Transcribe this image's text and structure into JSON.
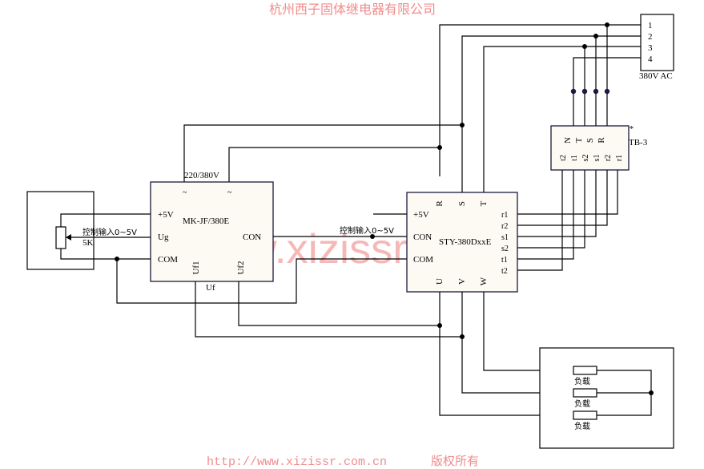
{
  "header": {
    "title": "杭州西子固体继电器有限公司"
  },
  "watermark": "www.xizissr.com",
  "footer": {
    "url": "http://www.xizissr.com.cn",
    "copyright": "版权所有"
  },
  "power_terminal": {
    "terminals": [
      "1",
      "2",
      "3",
      "4"
    ],
    "label": "380V AC"
  },
  "tb3": {
    "name": "TB-3",
    "marker": "*",
    "top_pins": [
      "N",
      "T",
      "S",
      "R"
    ],
    "bottom_pins": [
      "t2",
      "t1",
      "s2",
      "s1",
      "r2",
      "r1"
    ]
  },
  "potentiometer": {
    "value": "5K",
    "control_label": "控制输入0~5V"
  },
  "mk_module": {
    "name": "MK-JF/380E",
    "supply_label": "220/380V",
    "supply_pins": [
      "~",
      "~"
    ],
    "left_pins": [
      "+5V",
      "Ug",
      "COM"
    ],
    "right_pins": [
      "CON"
    ],
    "bottom_pins": [
      "Uf1",
      "Uf2"
    ],
    "bottom_label": "Uf"
  },
  "link_label": "控制输入0~5V",
  "sty_module": {
    "name": "STY-380DxxE",
    "top_pins": [
      "R",
      "S",
      "T"
    ],
    "left_pins": [
      "+5V",
      "CON",
      "COM"
    ],
    "right_pins": [
      "r1",
      "r2",
      "s1",
      "s2",
      "t1",
      "t2"
    ],
    "bottom_pins": [
      "U",
      "V",
      "W"
    ]
  },
  "load": {
    "items": [
      "负载",
      "负载",
      "负载"
    ]
  }
}
